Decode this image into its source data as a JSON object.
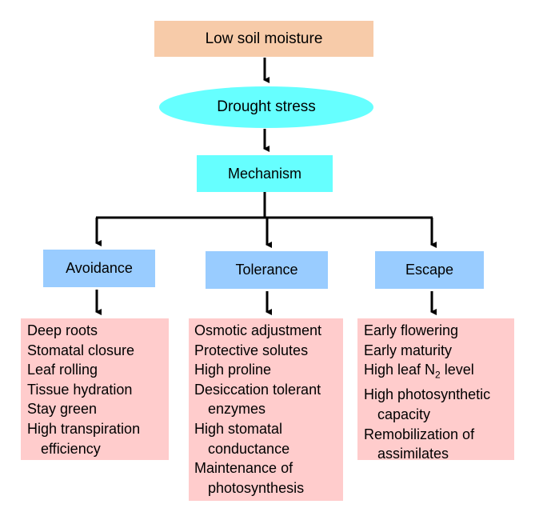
{
  "root": "Low soil moisture",
  "stress": "Drought stress",
  "mechanism": "Mechanism",
  "categories": [
    {
      "label": "Avoidance",
      "items": [
        {
          "text": "Deep roots"
        },
        {
          "text": "Stomatal closure"
        },
        {
          "text": "Leaf rolling"
        },
        {
          "text": "Tissue hydration"
        },
        {
          "text": "Stay green"
        },
        {
          "text": "High transpiration",
          "cont": "efficiency"
        }
      ]
    },
    {
      "label": "Tolerance",
      "items": [
        {
          "text": "Osmotic adjustment"
        },
        {
          "text": "Protective solutes"
        },
        {
          "text": "High proline"
        },
        {
          "text": "Desiccation tolerant",
          "cont": "enzymes"
        },
        {
          "text": "High stomatal",
          "cont": "conductance"
        },
        {
          "text": "Maintenance of",
          "cont": "photosynthesis"
        }
      ]
    },
    {
      "label": "Escape",
      "items": [
        {
          "text": "Early flowering"
        },
        {
          "text": "Early maturity"
        },
        {
          "text": "High leaf N",
          "sub": "2",
          "after": " level"
        },
        {
          "text": "High photosynthetic",
          "cont": "capacity"
        },
        {
          "text": "Remobilization of",
          "cont": "assimilates"
        }
      ]
    }
  ]
}
